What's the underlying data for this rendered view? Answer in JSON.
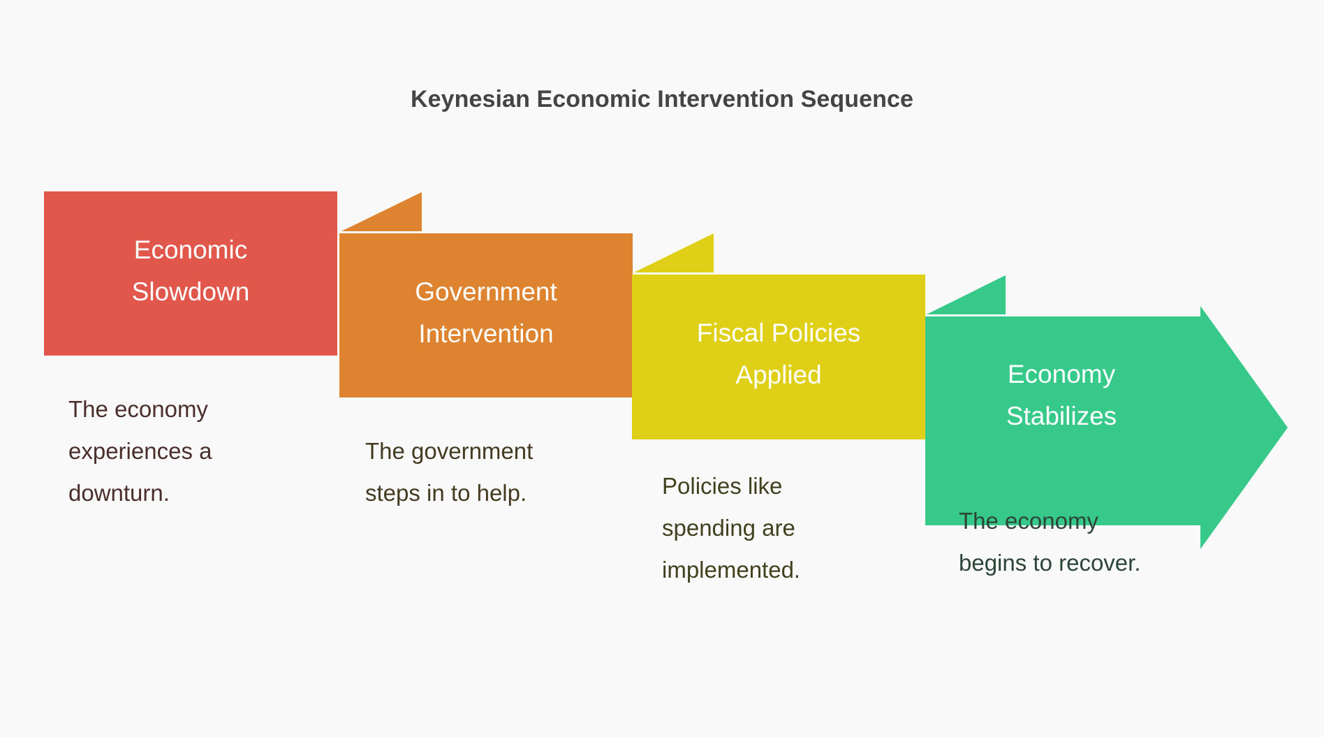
{
  "title": "Keynesian Economic Intervention Sequence",
  "background_color": "#F9F9F9",
  "title_color": "#444444",
  "chart_data": {
    "type": "diagram",
    "subtype": "staged-arrow-process",
    "title": "Keynesian Economic Intervention Sequence",
    "direction": "left-to-right, descending stair-step",
    "stage_count": 4,
    "stages": [
      {
        "index": 1,
        "label": "Economic\nSlowdown",
        "label_line1": "Economic",
        "label_line2": "Slowdown",
        "description": "The economy experiences a downturn.",
        "color": "#E2574C",
        "desc_color": "#4A2E2B",
        "shape": "banner-with-fold"
      },
      {
        "index": 2,
        "label": "Government\nIntervention",
        "label_line1": "Government",
        "label_line2": "Intervention",
        "description": "The government steps in to help.",
        "color": "#DE8431",
        "desc_color": "#443A21",
        "shape": "banner-with-fold"
      },
      {
        "index": 3,
        "label": "Fiscal Policies\nApplied",
        "label_line1": "Fiscal Policies",
        "label_line2": "Applied",
        "description": "Policies like spending are implemented.",
        "color": "#DFCF16",
        "desc_color": "#41401F",
        "shape": "banner-with-fold"
      },
      {
        "index": 4,
        "label": "Economy\nStabilizes",
        "label_line1": "Economy",
        "label_line2": "Stabilizes",
        "description": "The economy begins to recover.",
        "color": "#36C98A",
        "desc_color": "#2D4438",
        "shape": "right-arrow"
      }
    ]
  }
}
